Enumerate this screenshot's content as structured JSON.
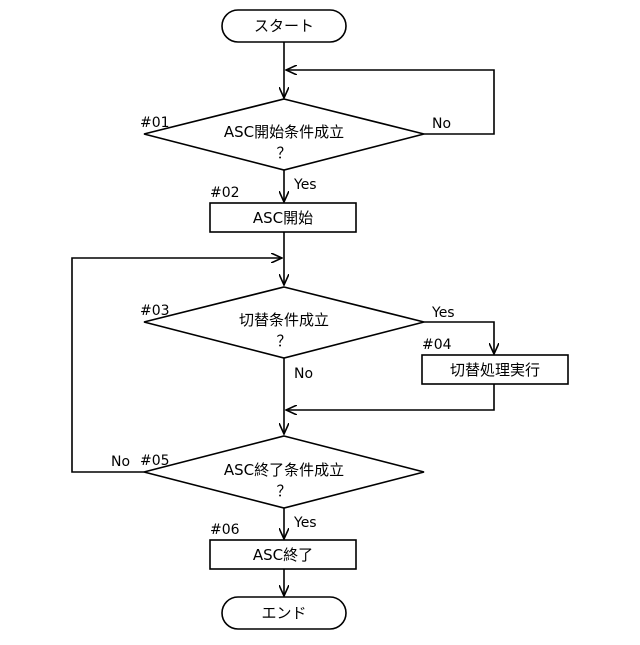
{
  "diagram": {
    "start": {
      "label": "スタート"
    },
    "end": {
      "label": "エンド"
    },
    "step01": {
      "id": "#01",
      "line1": "ASC開始条件成立",
      "line2": "？",
      "no": "No",
      "yes": "Yes"
    },
    "step02": {
      "id": "#02",
      "label": "ASC開始"
    },
    "step03": {
      "id": "#03",
      "line1": "切替条件成立",
      "line2": "？",
      "yes": "Yes",
      "no": "No"
    },
    "step04": {
      "id": "#04",
      "label": "切替処理実行"
    },
    "step05": {
      "id": "#05",
      "line1": "ASC終了条件成立",
      "line2": "？",
      "no": "No",
      "yes": "Yes"
    },
    "step06": {
      "id": "#06",
      "label": "ASC終了"
    }
  }
}
